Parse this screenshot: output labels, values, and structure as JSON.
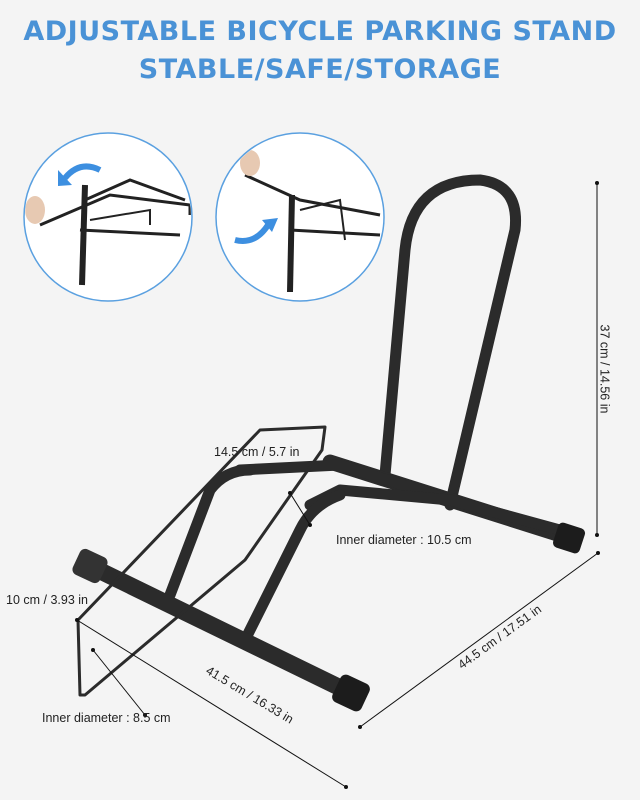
{
  "title": {
    "line1": "ADJUSTABLE BICYCLE PARKING STAND",
    "line2": "STABLE/SAFE/STORAGE"
  },
  "colors": {
    "title": "#4a92d6",
    "tube": "#2b2b2b",
    "arrow": "#3d8fe0",
    "circle_border": "#5aa0e0"
  },
  "insets": [
    {
      "icon": "rotate-arrow-up-left"
    },
    {
      "icon": "rotate-arrow-up-right"
    }
  ],
  "dimensions": {
    "height": "37 cm / 14.56 in",
    "depth": "44.5 cm / 17.51 in",
    "front_width": "41.5 cm / 16.33 in",
    "rack_width": "14.5 cm / 5.7 in",
    "rack_gap": "10 cm / 3.93 in",
    "inner_rear": "Inner diameter : 10.5 cm",
    "inner_front": "Inner diameter : 8.5 cm"
  }
}
